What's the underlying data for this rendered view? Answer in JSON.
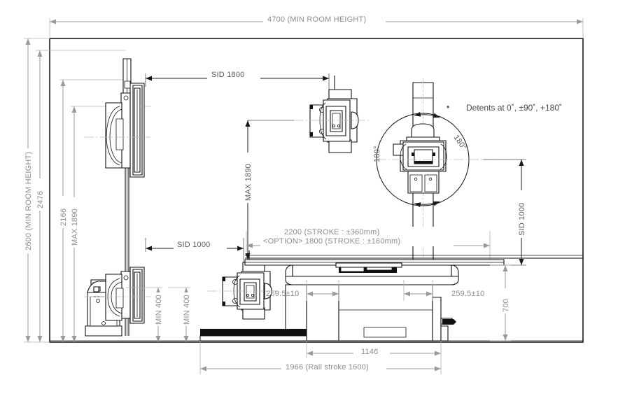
{
  "drawing": {
    "title": "X-ray room layout elevation drawing",
    "colors": {
      "dimension_text": "#8d8d8d",
      "note_text": "#4a4a4a",
      "object_line": "#111111",
      "dimension_line": "#9a9a9a",
      "room_outline": "#1a1a1a"
    }
  },
  "dimensions": {
    "room_width": "4700 (MIN ROOM HEIGHT)",
    "room_height": "2600 (MIN ROOM HEIGHT)",
    "wallstand_2476": "2476",
    "wallstand_2166": "2166",
    "wallstand_max_1890": "MAX 1890",
    "tube_max_1890": "MAX 1890",
    "sid_1800": "SID 1800",
    "sid_1000_horizontal": "SID 1000",
    "sid_1000_vertical": "SID 1000",
    "min_400_left": "MIN 400",
    "min_400_right": "MIN 400",
    "stroke_main": "2200 (STROKE : ±360mm)",
    "stroke_option": "<OPTION> 1800 (STROKE : ±160mm)",
    "offset_left": "259.5±10",
    "offset_right": "259.5±10",
    "table_height_700": "700",
    "base_1146": "1146",
    "rail_1966": "1966 (Rail stroke 1600)"
  },
  "detail": {
    "rotation_label_left": "180°",
    "rotation_label_right": "180°"
  },
  "notes": {
    "bullet": "•",
    "detents": "Detents at 0˚, ±90˚, +180˚"
  }
}
